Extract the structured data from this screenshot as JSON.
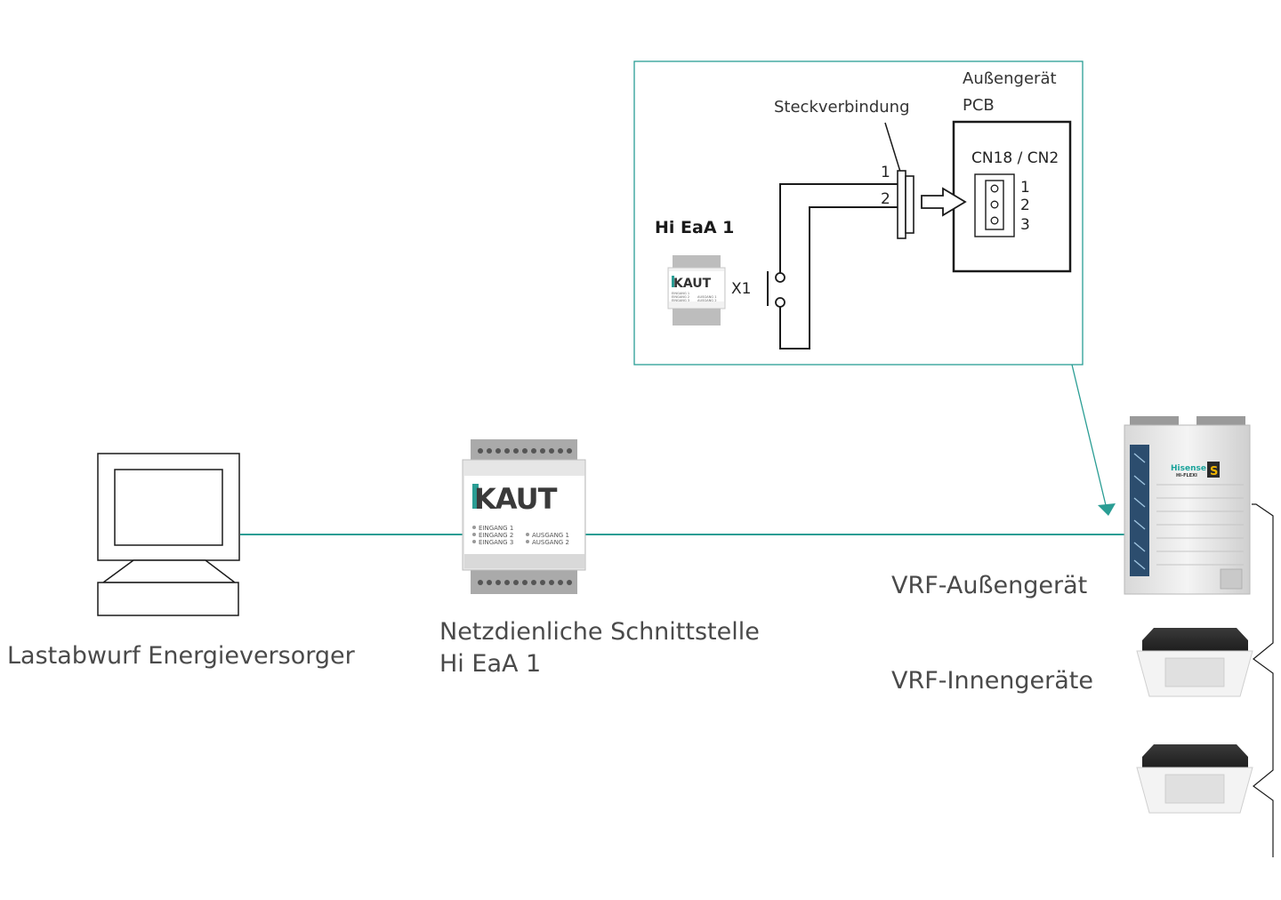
{
  "colors": {
    "teal": "#2a9d94",
    "line": "#1a1a1a",
    "text": "#4a4a4a"
  },
  "detail": {
    "title": "Hi EaA 1",
    "connector_label": "Steckverbindung",
    "pcb_label_line1": "Außengerät",
    "pcb_label_line2": "PCB",
    "cn_label": "CN18 / CN2",
    "contact_label": "X1",
    "pin_left_1": "1",
    "pin_left_2": "2",
    "pcb_pins": [
      "1",
      "2",
      "3"
    ],
    "kaut_logo": "KAUT",
    "mini_eingang": [
      "EINGANG 1",
      "EINGANG 2",
      "EINGANG 3"
    ],
    "mini_ausgang": [
      "AUSGANG 1",
      "AUSGANG 2"
    ]
  },
  "nodes": {
    "computer_label": "Lastabwurf Energieversorger",
    "module_label_line1": "Netzdienliche Schnittstelle",
    "module_label_line2": "Hi EaA 1",
    "outdoor_label": "VRF-Außengerät",
    "indoor_label": "VRF-Innengeräte"
  },
  "module": {
    "logo": "KAUT",
    "eingang": [
      "EINGANG 1",
      "EINGANG 2",
      "EINGANG 3"
    ],
    "ausgang": [
      "AUSGANG 1",
      "AUSGANG 2"
    ]
  },
  "outdoor_unit": {
    "brand": "Hisense",
    "model": "HI-FLEXI",
    "badge": "S"
  }
}
